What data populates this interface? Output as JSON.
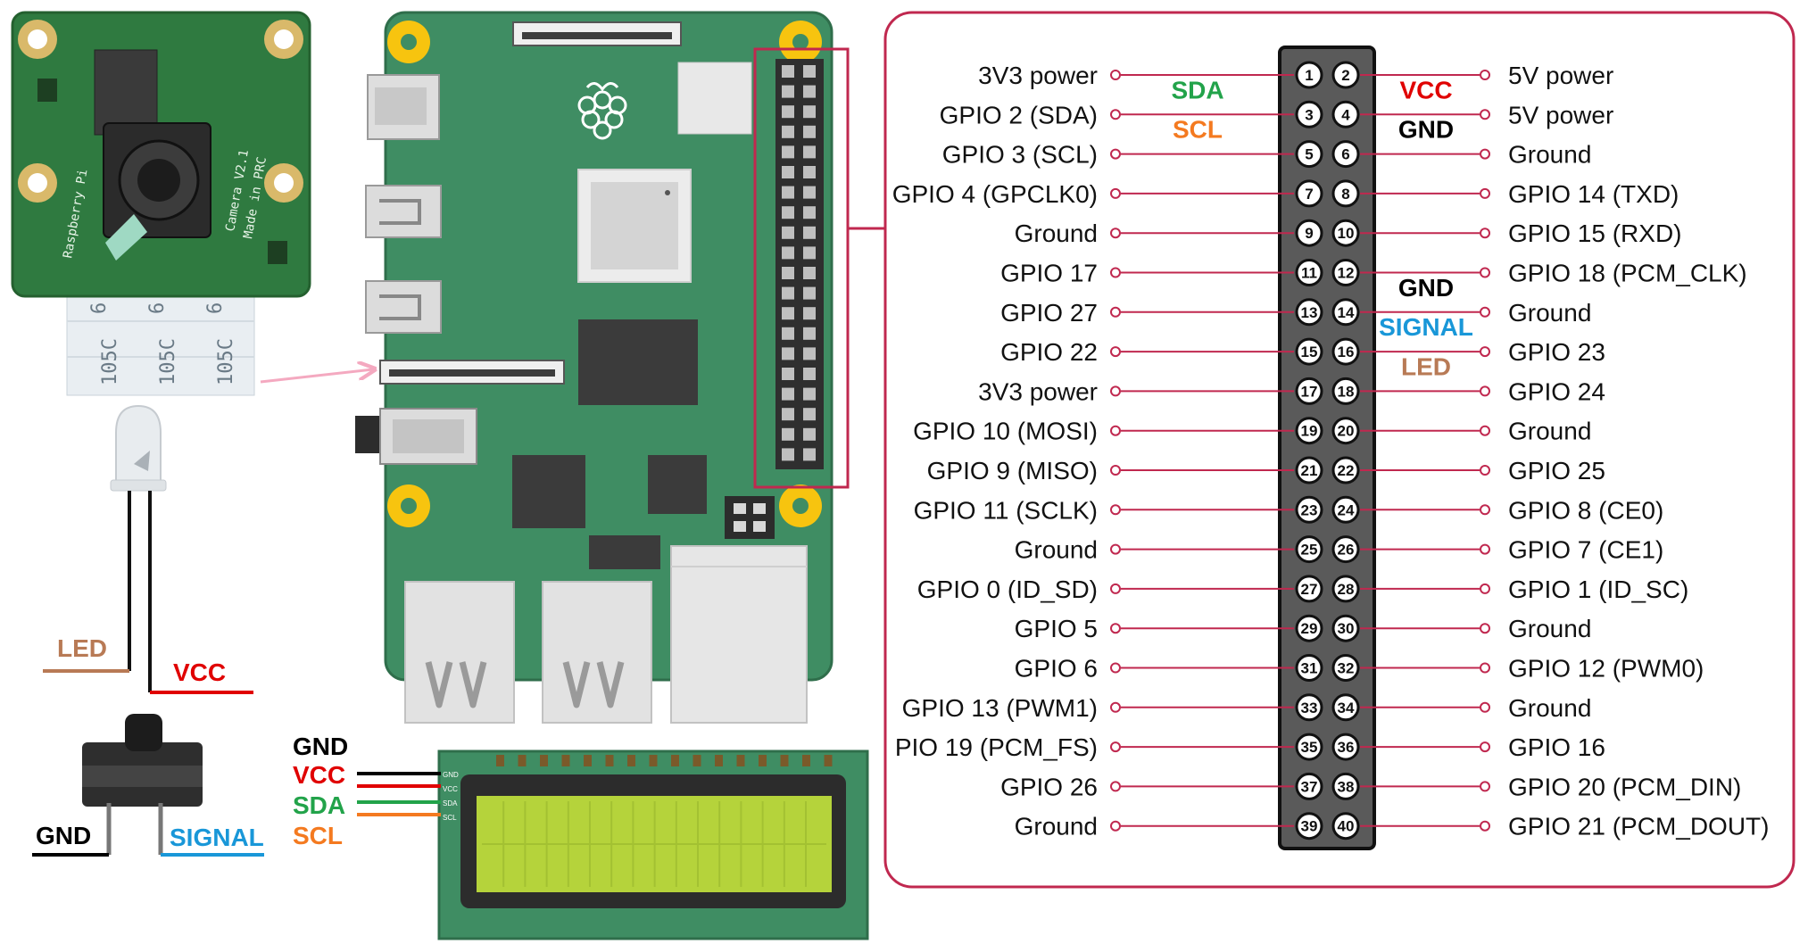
{
  "colors": {
    "board_green": "#3f8d63",
    "board_edge": "#2f6e4b",
    "mount_yellow": "#f7c40f",
    "panel_border": "#c0284f",
    "lcd_screen": "#b5d33b",
    "wire_black": "#000000",
    "wire_red": "#e00000",
    "wire_green": "#22a34a",
    "wire_orange": "#f47a20",
    "wire_blue": "#1997d8",
    "wire_brown": "#b87a55",
    "pink_arrow": "#f4a9c0"
  },
  "components": {
    "camera_ribbon_text": "105C",
    "camera_ribbon_number": "6",
    "camera_text_1": "Raspberry Pi",
    "camera_text_2": "Camera V2.1",
    "camera_text_3": "Made in PRC"
  },
  "led_labels": {
    "led": {
      "text": "LED",
      "color": "#b87a55"
    },
    "vcc": {
      "text": "VCC",
      "color": "#e00000"
    }
  },
  "button_labels": {
    "gnd": {
      "text": "GND",
      "color": "#000000"
    },
    "signal": {
      "text": "SIGNAL",
      "color": "#1997d8"
    }
  },
  "lcd_labels": [
    {
      "text": "GND",
      "color": "#000000"
    },
    {
      "text": "VCC",
      "color": "#e00000"
    },
    {
      "text": "SDA",
      "color": "#22a34a"
    },
    {
      "text": "SCL",
      "color": "#f47a20"
    }
  ],
  "lcd_pin_labels": [
    "GND",
    "VCC",
    "SDA",
    "SCL"
  ],
  "pinout": {
    "left": [
      "3V3 power",
      "GPIO 2 (SDA)",
      "GPIO 3 (SCL)",
      "GPIO 4 (GPCLK0)",
      "Ground",
      "GPIO 17",
      "GPIO 27",
      "GPIO 22",
      "3V3 power",
      "GPIO 10 (MOSI)",
      "GPIO 9 (MISO)",
      "GPIO 11 (SCLK)",
      "Ground",
      "GPIO 0 (ID_SD)",
      "GPIO 5",
      "GPIO 6",
      "GPIO 13 (PWM1)",
      "PIO 19 (PCM_FS)",
      "GPIO 26",
      "Ground"
    ],
    "right": [
      "5V power",
      "5V power",
      "Ground",
      "GPIO 14 (TXD)",
      "GPIO 15 (RXD)",
      "GPIO 18 (PCM_CLK)",
      "Ground",
      "GPIO 23",
      "GPIO 24",
      "Ground",
      "GPIO 25",
      "GPIO 8 (CE0)",
      "GPIO 7 (CE1)",
      "GPIO 1 (ID_SC)",
      "Ground",
      "GPIO 12 (PWM0)",
      "Ground",
      "GPIO 16",
      "GPIO 20 (PCM_DIN)",
      "GPIO 21 (PCM_DOUT)"
    ],
    "left_pins": [
      "1",
      "3",
      "5",
      "7",
      "9",
      "11",
      "13",
      "15",
      "17",
      "19",
      "21",
      "23",
      "25",
      "27",
      "29",
      "31",
      "33",
      "35",
      "37",
      "39"
    ],
    "right_pins": [
      "2",
      "4",
      "6",
      "8",
      "10",
      "12",
      "14",
      "16",
      "18",
      "20",
      "22",
      "24",
      "26",
      "28",
      "30",
      "32",
      "34",
      "36",
      "38",
      "40"
    ]
  },
  "connections": [
    {
      "text": "SDA",
      "color": "#22a34a",
      "side": "left",
      "row": 1
    },
    {
      "text": "SCL",
      "color": "#f47a20",
      "side": "left",
      "row": 2
    },
    {
      "text": "VCC",
      "color": "#e00000",
      "side": "right",
      "row": 1
    },
    {
      "text": "GND",
      "color": "#000000",
      "side": "right",
      "row": 2
    },
    {
      "text": "GND",
      "color": "#000000",
      "side": "right",
      "row": 6
    },
    {
      "text": "SIGNAL",
      "color": "#1997d8",
      "side": "right",
      "row": 7
    },
    {
      "text": "LED",
      "color": "#b87a55",
      "side": "right",
      "row": 8
    }
  ]
}
